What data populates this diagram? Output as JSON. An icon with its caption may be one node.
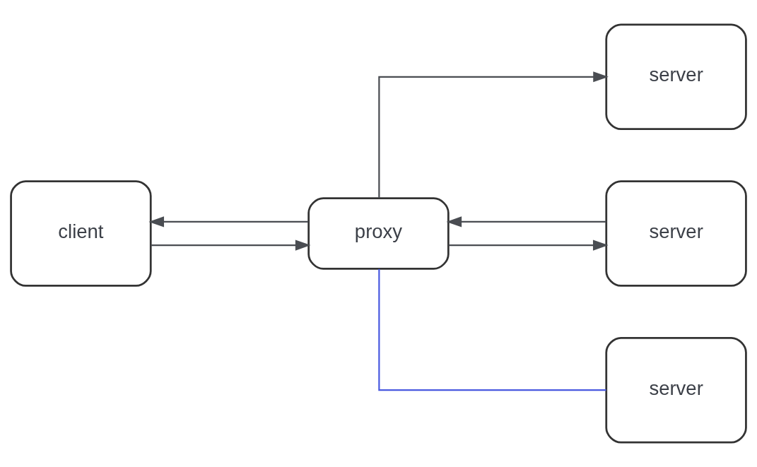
{
  "diagram": {
    "nodes": [
      {
        "text": [
          "client"
        ]
      },
      {
        "text": [
          "proxy"
        ]
      },
      {
        "text": [
          "server"
        ]
      },
      {
        "text": [
          "server"
        ]
      },
      {
        "text": [
          "server"
        ]
      }
    ],
    "edges": [
      {
        "from": 0,
        "to": 1,
        "arrow": "to"
      },
      {
        "from": 1,
        "to": 0,
        "arrow": "to"
      },
      {
        "from": 1,
        "to": 2,
        "arrow": "to"
      },
      {
        "from": 1,
        "to": 3,
        "arrow": "to"
      },
      {
        "from": 3,
        "to": 1,
        "arrow": "to"
      },
      {
        "from": 1,
        "to": 4,
        "arrow": "none",
        "color": "#4a5ae0"
      }
    ]
  }
}
